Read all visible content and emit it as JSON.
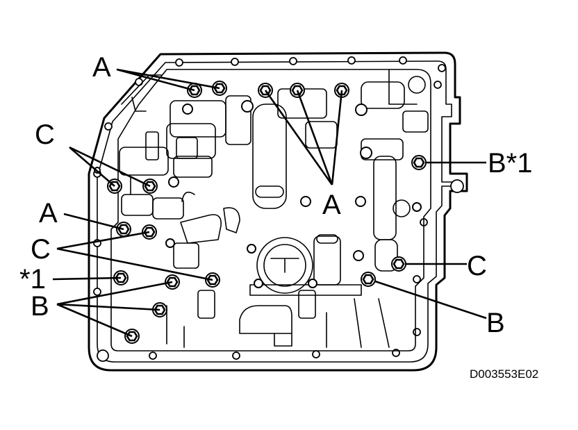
{
  "figure": {
    "code": "D003553E02"
  },
  "labels": {
    "a_top": "A",
    "a_center": "A",
    "a_left": "A",
    "b_star1": "B*1",
    "b_left": "B",
    "b_right": "B",
    "c_topleft": "C",
    "c_left": "C",
    "c_right": "C",
    "star1_left": "*1"
  },
  "colors": {
    "line": "#000000",
    "background": "#ffffff"
  }
}
